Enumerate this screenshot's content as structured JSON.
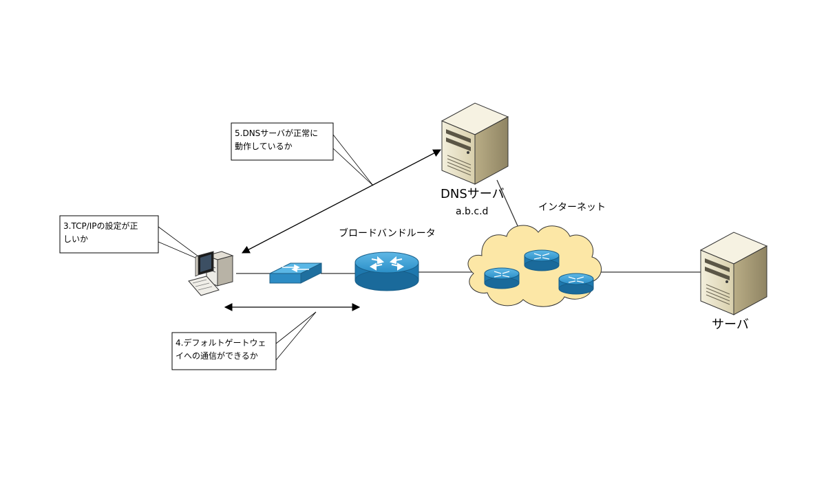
{
  "labels": {
    "dns_server_name": "DNSサーバ",
    "dns_server_address": "a.b.c.d",
    "internet": "インターネット",
    "router": "ブロードバンドルータ",
    "server": "サーバ"
  },
  "callouts": {
    "dns_check": {
      "line1": "5.DNSサーバが正常に",
      "line2": "動作しているか"
    },
    "tcpip_check": {
      "line1": "3.TCP/IPの設定が正",
      "line2": "しいか"
    },
    "gateway_check": {
      "line1": "4.デフォルトゲートウェ",
      "line2": "イへの通信ができるか"
    }
  },
  "colors": {
    "router_blue": "#2b8fc7",
    "switch_blue": "#3aa4d8",
    "cloud_fill": "#fce7a6",
    "server_body": "#e8e1c6"
  }
}
